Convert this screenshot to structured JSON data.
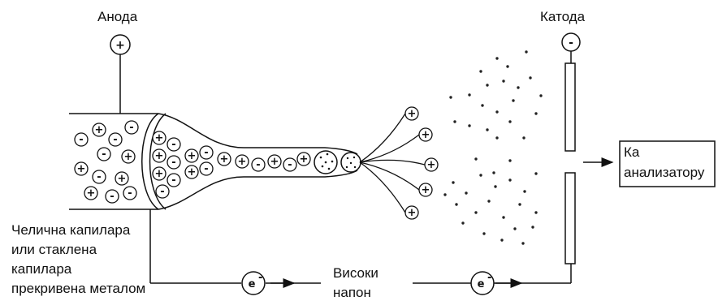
{
  "labels": {
    "anode": "Анода",
    "cathode": "Катода",
    "capillary": [
      "Челична капилара",
      "или стаклена",
      "капилара",
      "прекривена металом"
    ],
    "voltage": [
      "Високи",
      "напон"
    ],
    "analyzer": [
      "Ка",
      "анализатору"
    ]
  },
  "symbols": {
    "plus": "+",
    "minus": "-",
    "electron": "e",
    "electron_sup": "-"
  }
}
